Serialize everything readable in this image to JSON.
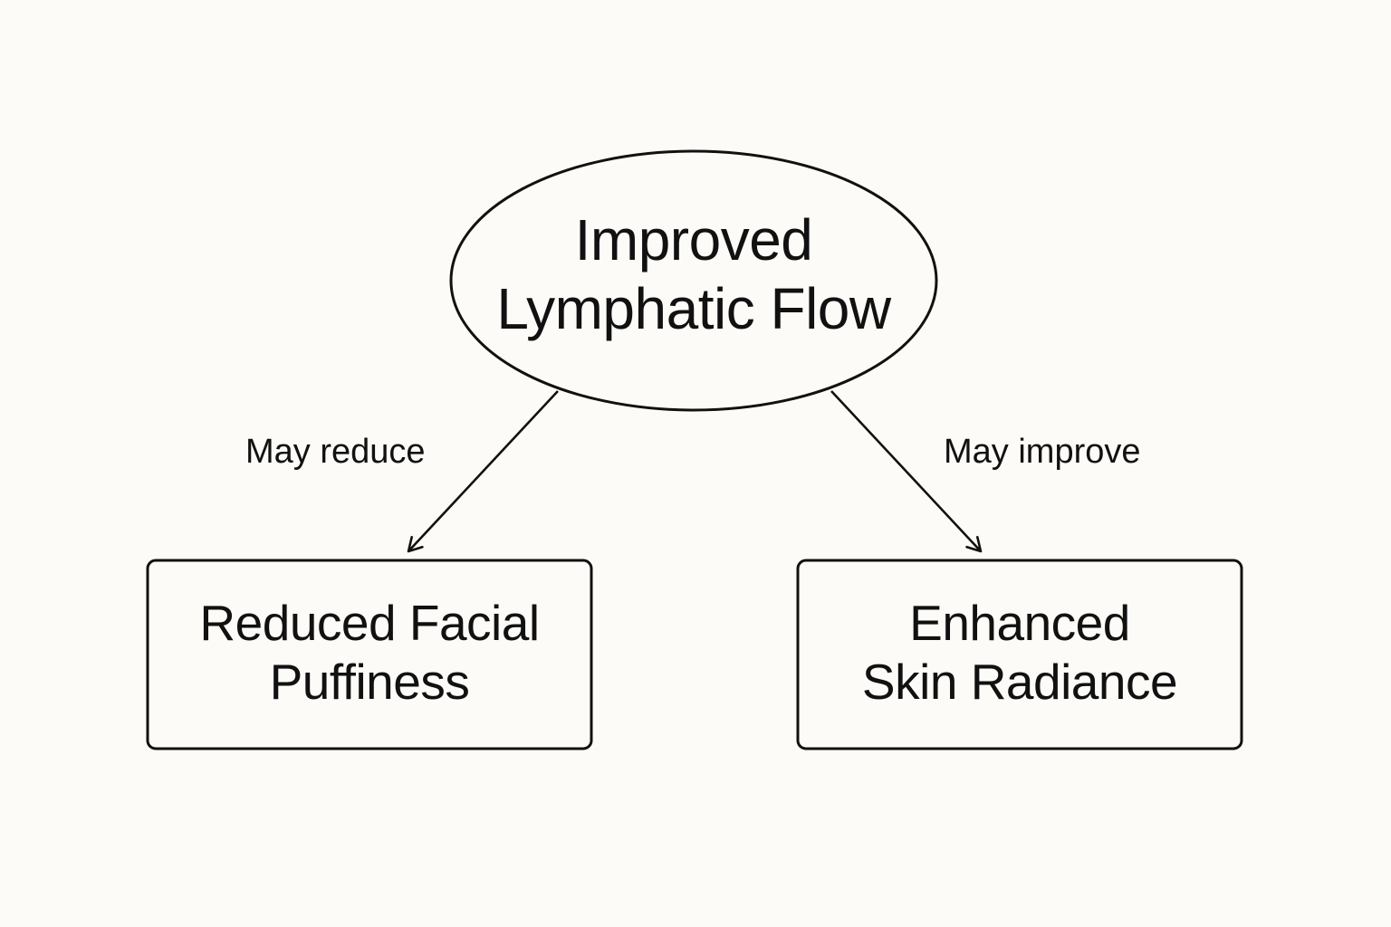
{
  "diagram": {
    "root": {
      "line1": "Improved",
      "line2": "Lymphatic Flow"
    },
    "left_node": {
      "line1": "Reduced Facial",
      "line2": "Puffiness"
    },
    "right_node": {
      "line1": "Enhanced",
      "line2": "Skin Radiance"
    },
    "edges": {
      "left_label": "May reduce",
      "right_label": "May improve"
    }
  },
  "colors": {
    "background": "#fcfbf7",
    "stroke": "#111111"
  }
}
